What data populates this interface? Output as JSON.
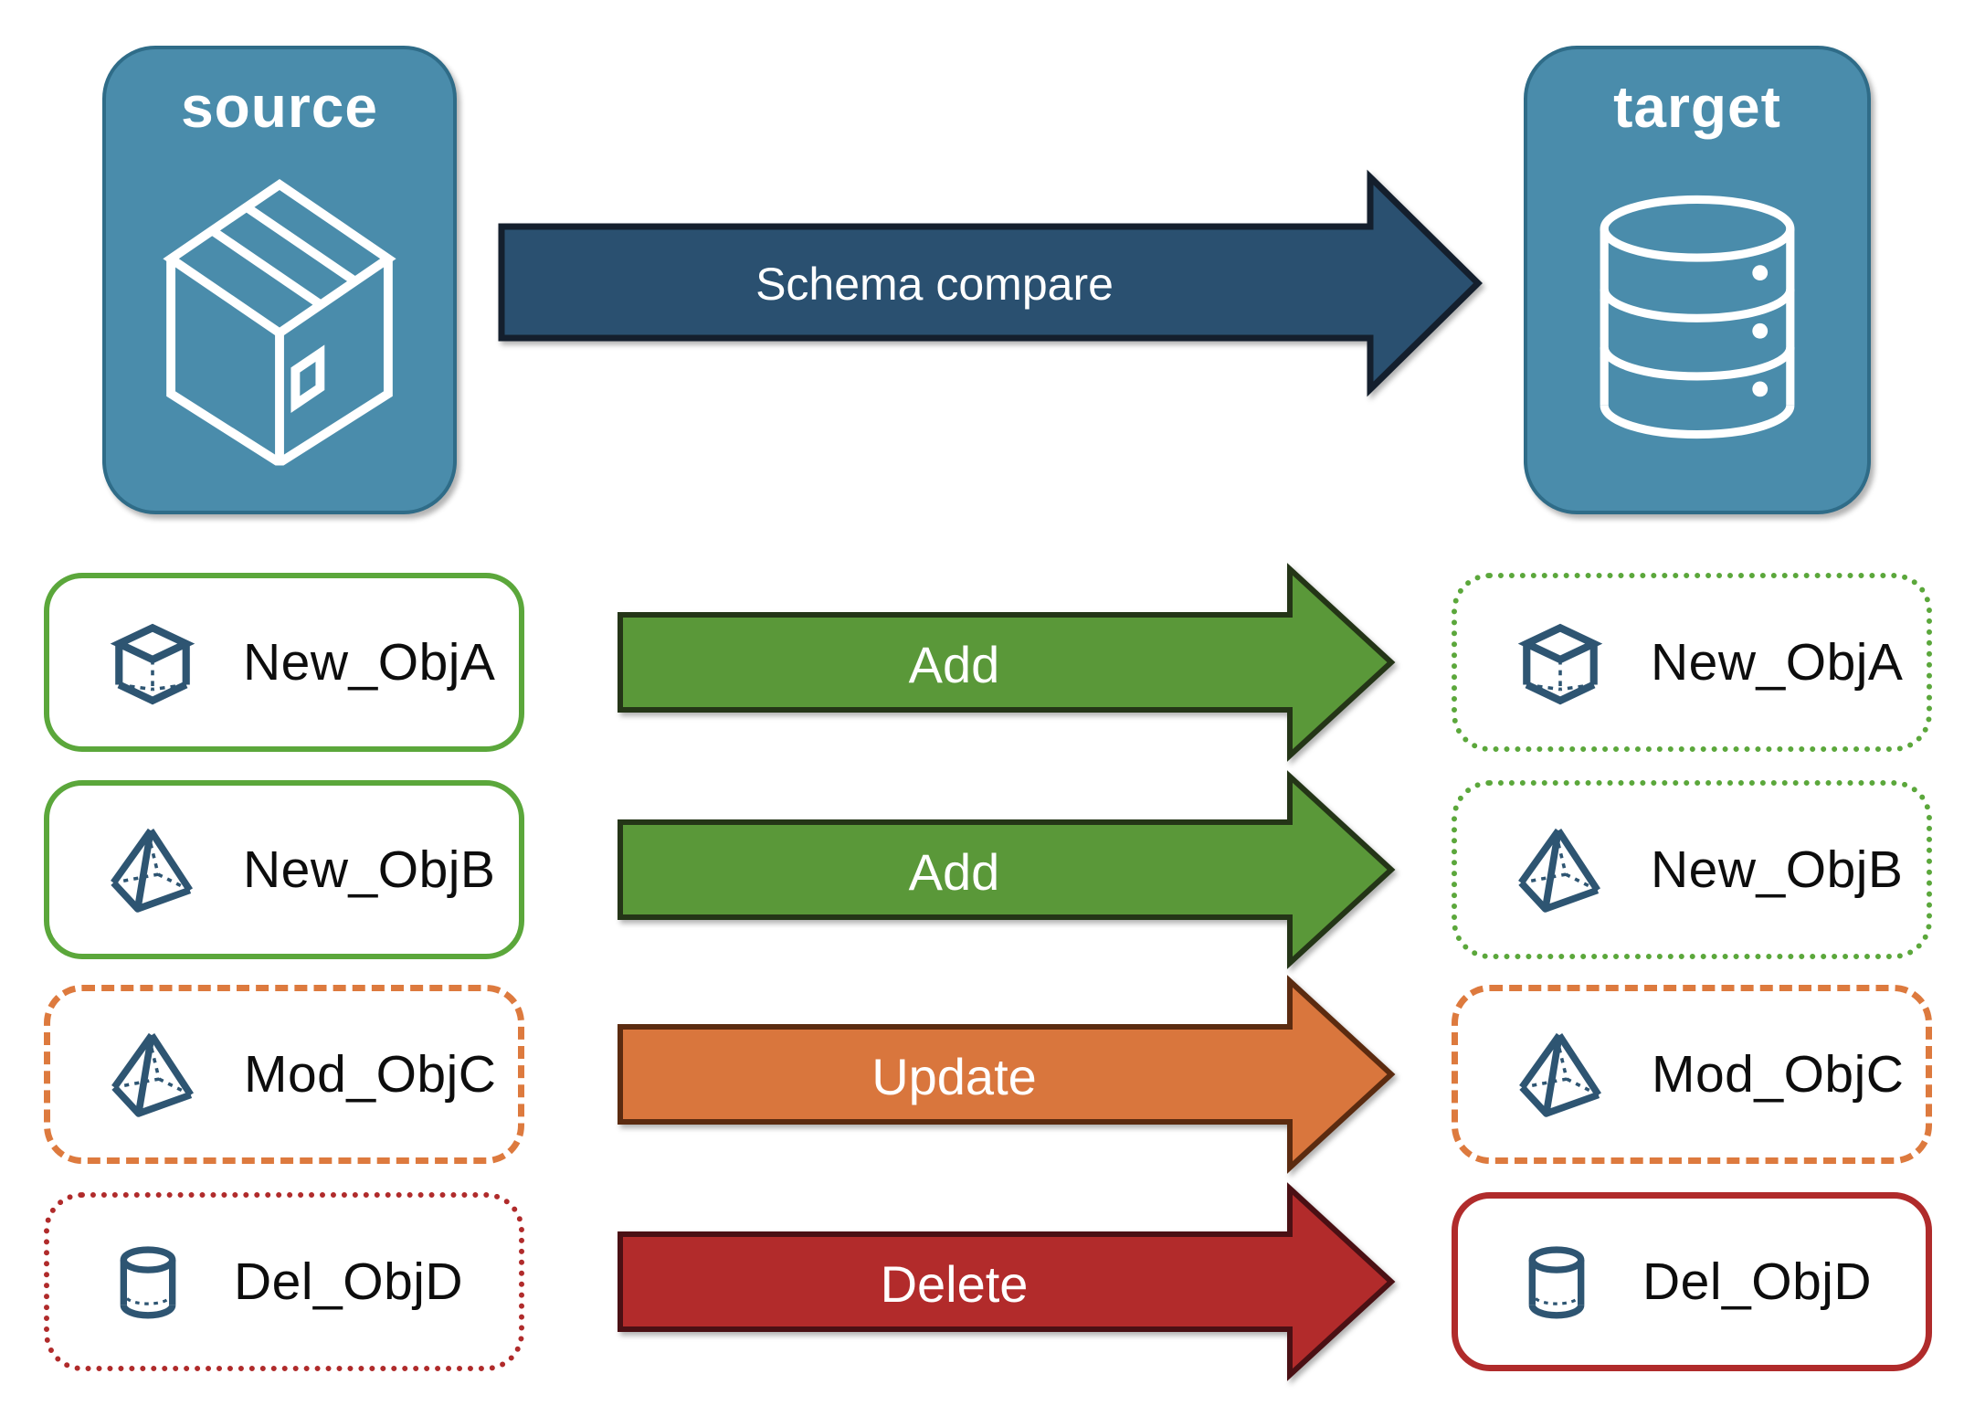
{
  "nodes": {
    "source": {
      "label": "source",
      "icon": "package-icon",
      "fill": "#4A8CAB",
      "border": "#2F6C88"
    },
    "target": {
      "label": "target",
      "icon": "database-icon",
      "fill": "#4A8CAB",
      "border": "#2F6C88"
    }
  },
  "main_arrow": {
    "label": "Schema compare",
    "fill": "#2A5070",
    "border": "#141F2D"
  },
  "icon_color": "#2E5572",
  "rows": [
    {
      "object": "New_ObjA",
      "icon": "cube-icon",
      "action": "Add",
      "arrow": {
        "fill": "#5A9839",
        "border": "#243517"
      },
      "source_box": {
        "border_color": "#5BA73B",
        "border_style": "solid",
        "border_width": "6px"
      },
      "target_box": {
        "border_color": "#5BA73B",
        "border_style": "dotted",
        "border_width": "6px"
      }
    },
    {
      "object": "New_ObjB",
      "icon": "pyramid-icon",
      "action": "Add",
      "arrow": {
        "fill": "#5A9839",
        "border": "#243517"
      },
      "source_box": {
        "border_color": "#5BA73B",
        "border_style": "solid",
        "border_width": "6px"
      },
      "target_box": {
        "border_color": "#5BA73B",
        "border_style": "dotted",
        "border_width": "6px"
      }
    },
    {
      "object": "Mod_ObjC",
      "icon": "pyramid-icon",
      "action": "Update",
      "arrow": {
        "fill": "#D9763D",
        "border": "#5B2B10"
      },
      "source_box": {
        "border_color": "#DD7A3E",
        "border_style": "dashed",
        "border_width": "7px"
      },
      "target_box": {
        "border_color": "#DD7A3E",
        "border_style": "dashed",
        "border_width": "7px"
      }
    },
    {
      "object": "Del_ObjD",
      "icon": "cylinder-icon",
      "action": "Delete",
      "arrow": {
        "fill": "#B22B2B",
        "border": "#4A1014"
      },
      "source_box": {
        "border_color": "#B02B2B",
        "border_style": "dotted",
        "border_width": "6px"
      },
      "target_box": {
        "border_color": "#B02B2B",
        "border_style": "solid",
        "border_width": "7px"
      }
    }
  ]
}
